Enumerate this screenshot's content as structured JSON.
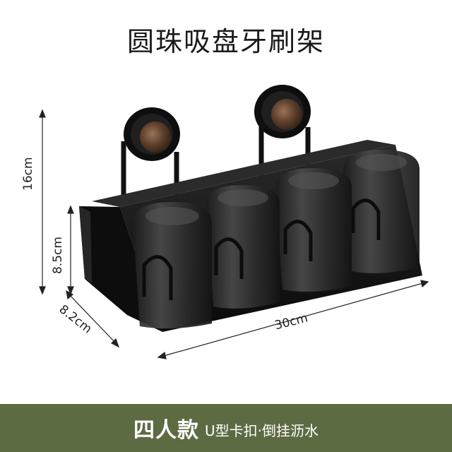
{
  "title": "圆珠吸盘牙刷架",
  "dimensions": {
    "height_total": "16cm",
    "height_cup": "8.5cm",
    "depth": "8.2cm",
    "width": "30cm"
  },
  "banner": {
    "main": "四人款",
    "sub": "U型卡扣·倒挂沥水"
  },
  "colors": {
    "banner_bg": "#5d6b43",
    "rack": "#111111",
    "cup": "#3a3a3a",
    "knob": "#6b4a35"
  }
}
